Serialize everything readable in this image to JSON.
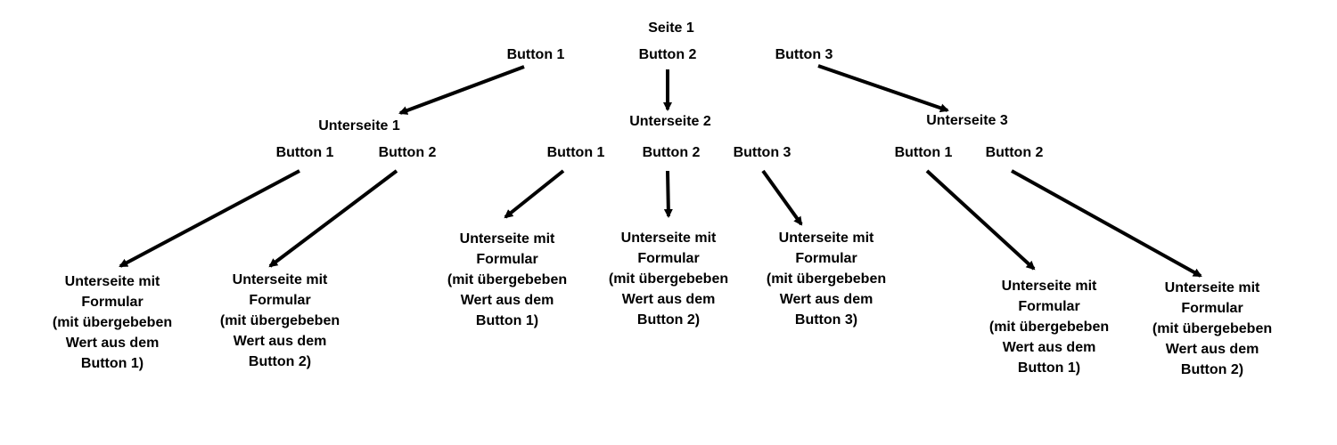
{
  "root": {
    "title": "Seite 1",
    "buttons": [
      "Button 1",
      "Button 2",
      "Button 3"
    ]
  },
  "subpages": [
    {
      "title": "Unterseite 1",
      "buttons": [
        "Button 1",
        "Button 2"
      ]
    },
    {
      "title": "Unterseite 2",
      "buttons": [
        "Button 1",
        "Button 2",
        "Button 3"
      ]
    },
    {
      "title": "Unterseite 3",
      "buttons": [
        "Button 1",
        "Button 2"
      ]
    }
  ],
  "leaves": [
    {
      "lines": [
        "Unterseite mit",
        "Formular",
        "(mit übergebeben",
        "Wert aus dem",
        "Button 1)"
      ]
    },
    {
      "lines": [
        "Unterseite mit",
        "Formular",
        "(mit übergebeben",
        "Wert aus dem",
        "Button 2)"
      ]
    },
    {
      "lines": [
        "Unterseite mit",
        "Formular",
        "(mit übergebeben",
        "Wert aus dem",
        "Button 1)"
      ]
    },
    {
      "lines": [
        "Unterseite mit",
        "Formular",
        "(mit übergebeben",
        "Wert aus dem",
        "Button 2)"
      ]
    },
    {
      "lines": [
        "Unterseite mit",
        "Formular",
        "(mit übergebeben",
        "Wert aus dem",
        "Button 3)"
      ]
    },
    {
      "lines": [
        "Unterseite mit",
        "Formular",
        "(mit übergebeben",
        "Wert aus dem",
        "Button 1)"
      ]
    },
    {
      "lines": [
        "Unterseite mit",
        "Formular",
        "(mit übergebeben",
        "Wert aus dem",
        "Button 2)"
      ]
    }
  ],
  "colors": {
    "ink": "#000000",
    "background": "#ffffff"
  }
}
